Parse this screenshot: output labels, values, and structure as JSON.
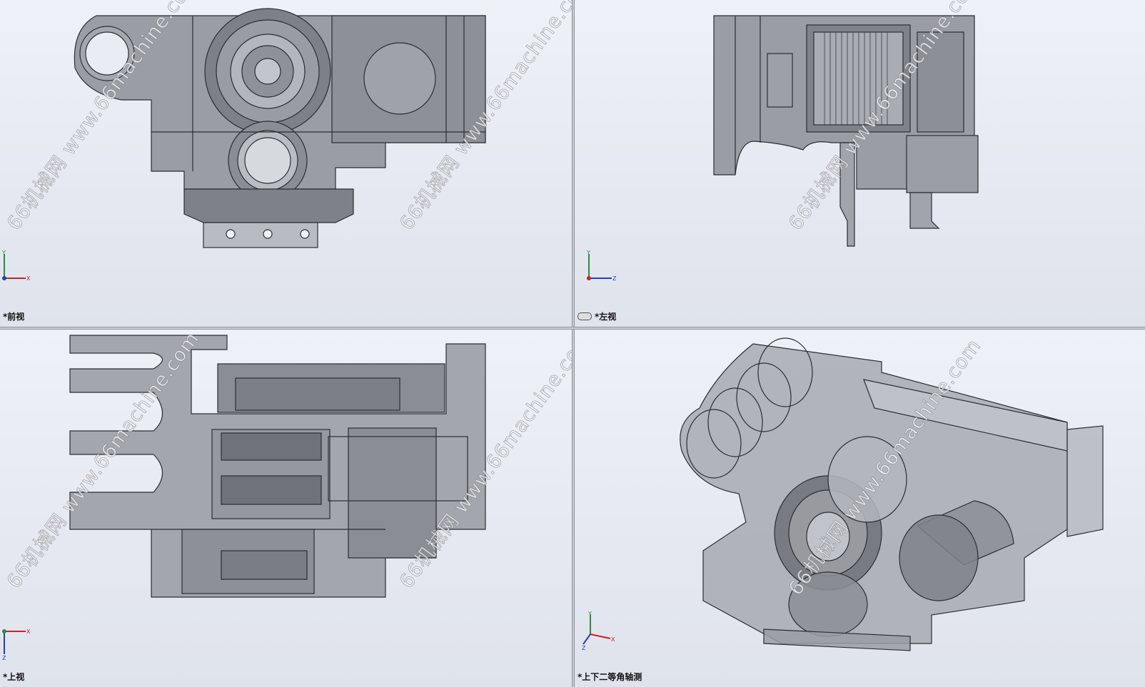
{
  "viewports": {
    "front": {
      "label": "*前视",
      "axes": {
        "up": "Y",
        "right": "X"
      }
    },
    "left": {
      "label": "*左视",
      "axes": {
        "up": "Y",
        "right": "Z"
      }
    },
    "top": {
      "label": "*上视",
      "axes": {
        "down": "Z",
        "right": "X"
      }
    },
    "iso": {
      "label": "*上下二等角轴测",
      "axes": {
        "up": "Y",
        "right": "X",
        "diag": "Z"
      }
    }
  },
  "watermark": {
    "text": "66机械网 www.66machine.com"
  },
  "colors": {
    "background_top": "#eef1f7",
    "background_bottom": "#dfe3ec",
    "part_fill": "#8a8d93",
    "part_edge": "#2b2d31"
  }
}
